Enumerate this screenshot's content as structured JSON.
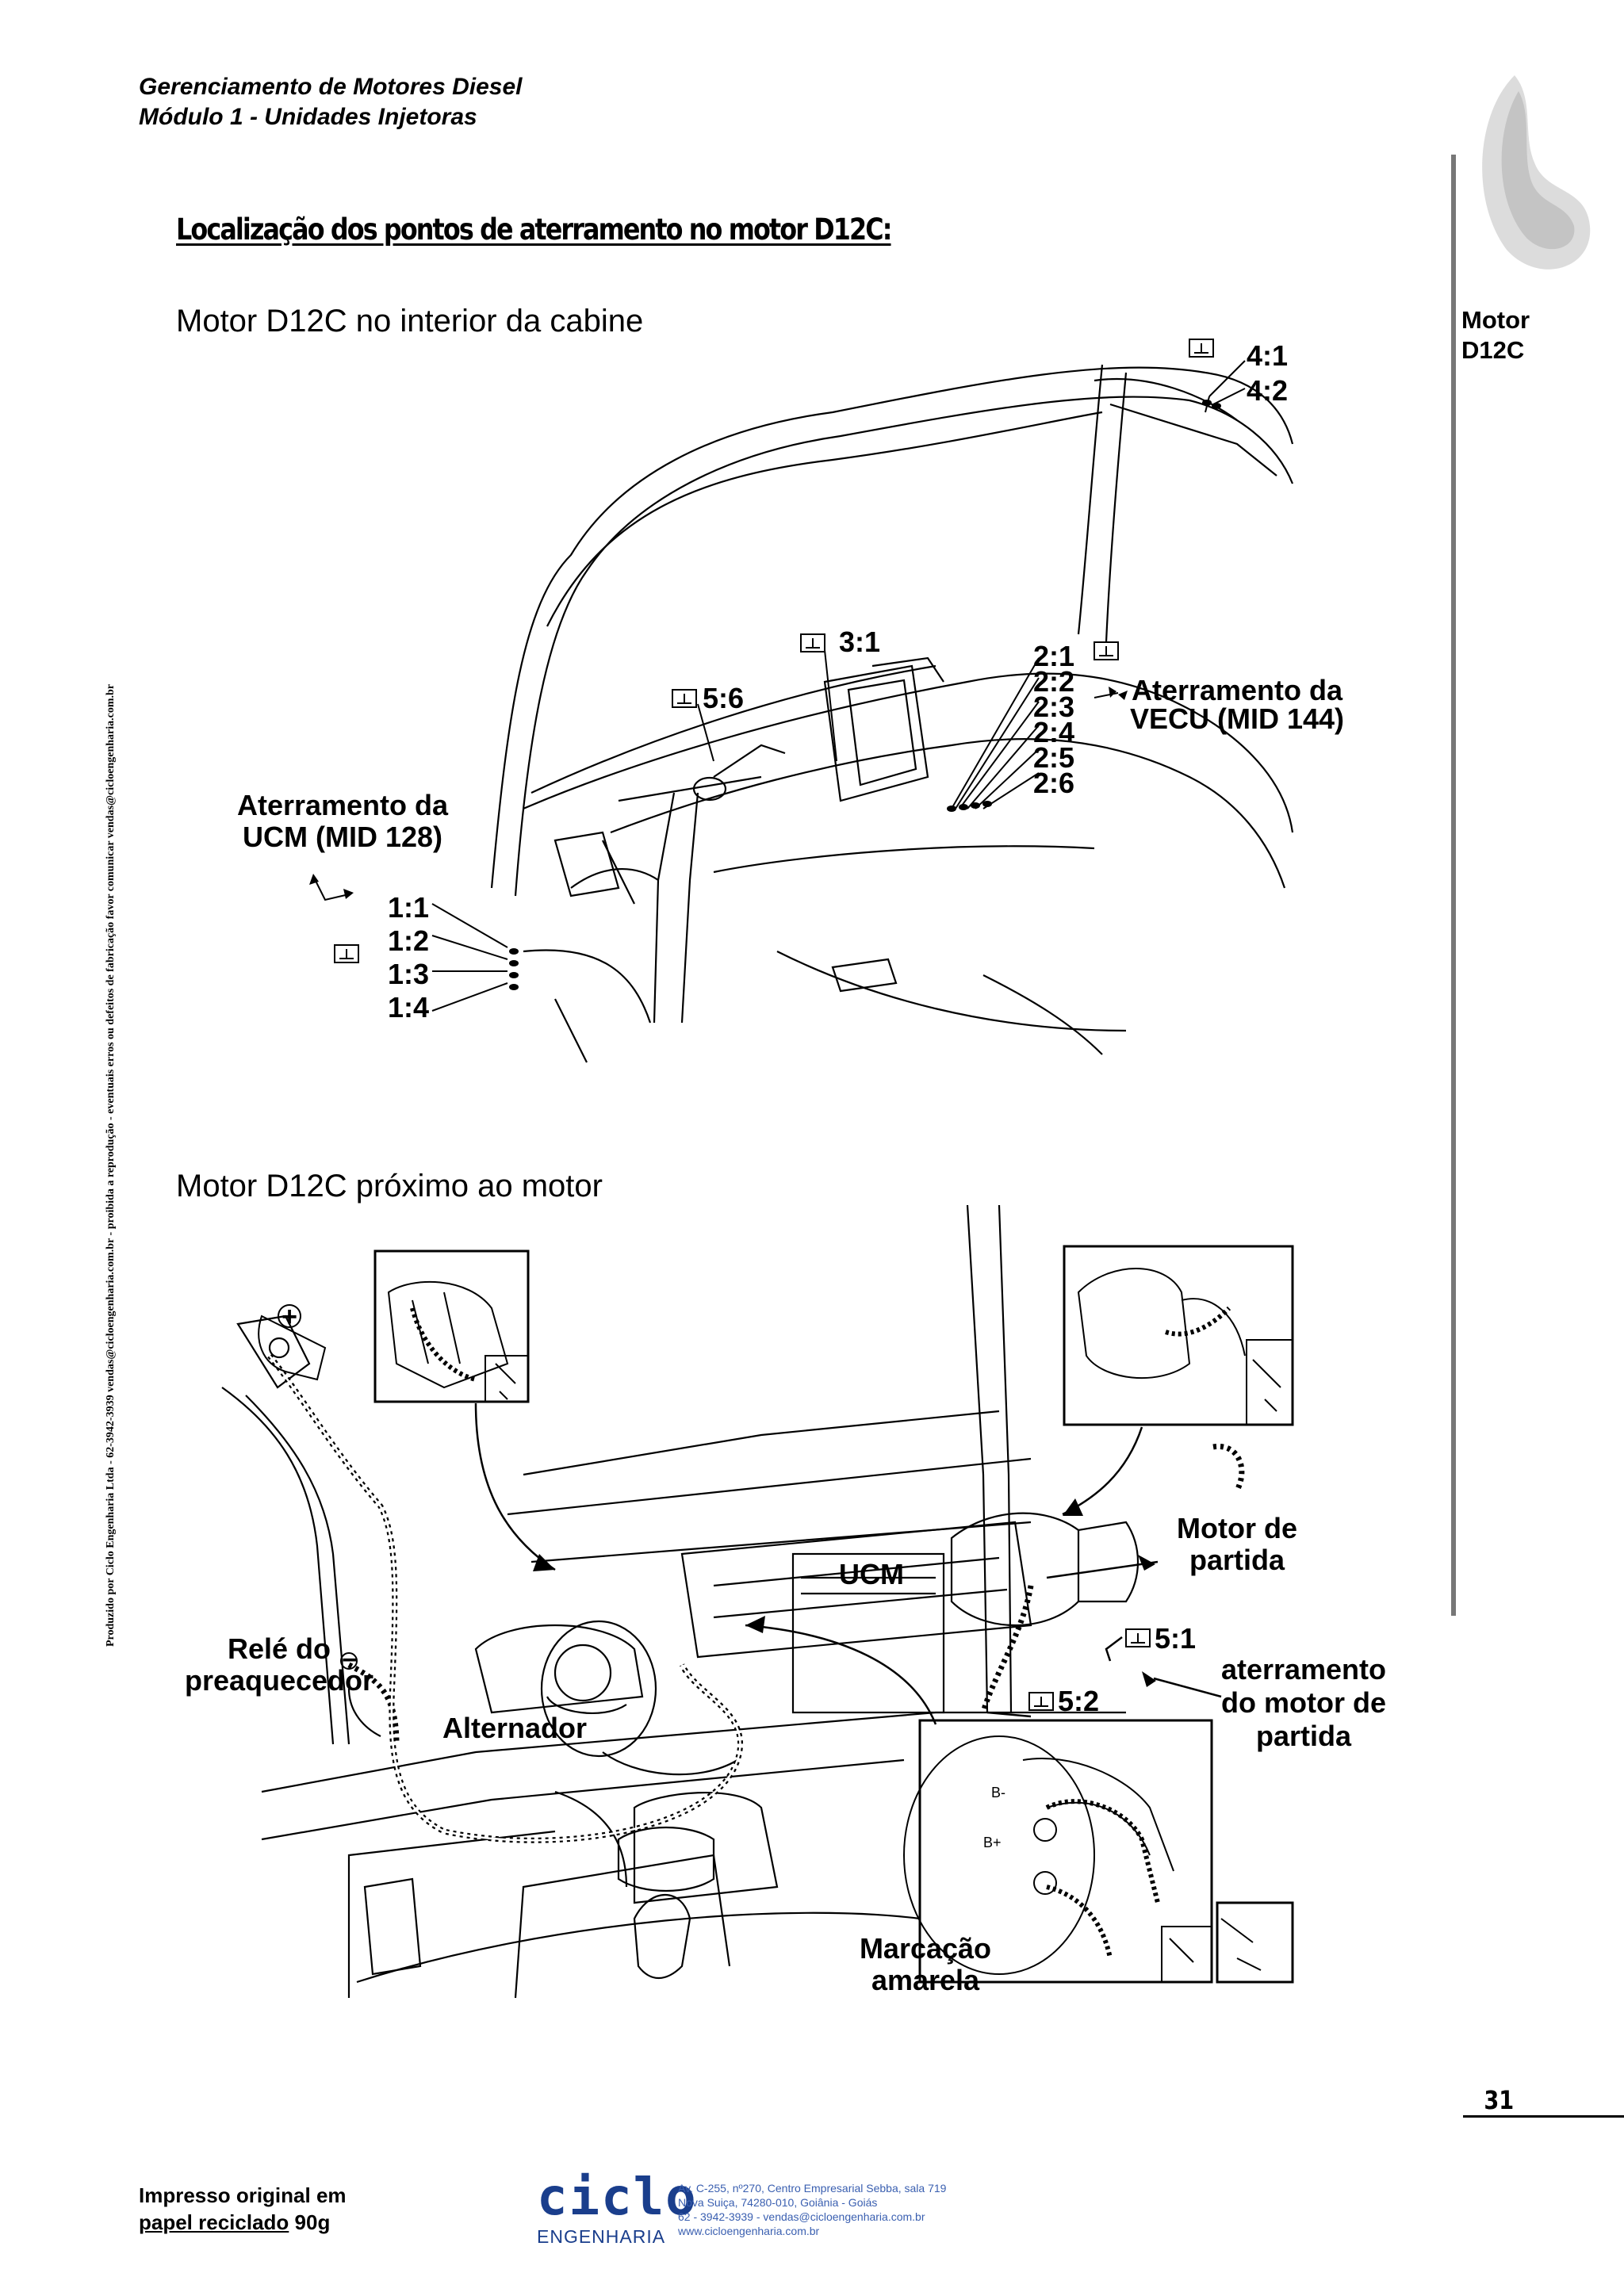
{
  "header": {
    "line1": "Gerenciamento de Motores Diesel",
    "line2": "Módulo 1 - Unidades Injetoras"
  },
  "sidebar": {
    "label_line1": "Motor",
    "label_line2": "D12C"
  },
  "title": "Localização dos pontos de aterramento no motor D12C:",
  "vertical_note": "Produzido por Ciclo Engenharia Ltda - 62-3942-3939 vendas@cicloengenharia.com.br - proibida a reprodução - eventuais erros ou defeitos de fabricação favor comunicar vendas@cicloengenharia.com.br",
  "figure1": {
    "subtitle": "Motor D12C no interior da cabine",
    "labels": {
      "g41": "4:1",
      "g42": "4:2",
      "g31": "3:1",
      "g56": "5:6",
      "g21": "2:1",
      "g22": "2:2",
      "g23": "2:3",
      "g24": "2:4",
      "g25": "2:5",
      "g26": "2:6",
      "vecu_line1": "Aterramento da",
      "vecu_line2": "VECU (MID 144)",
      "ucm_line1": "Aterramento da",
      "ucm_line2": "UCM (MID 128)",
      "g11": "1:1",
      "g12": "1:2",
      "g13": "1:3",
      "g14": "1:4"
    }
  },
  "figure2": {
    "subtitle": "Motor D12C próximo ao motor",
    "labels": {
      "plus": "+",
      "minus": "−",
      "ucm": "UCM",
      "motor_partida_line1": "Motor de",
      "motor_partida_line2": "partida",
      "g51": "5:1",
      "g52": "5:2",
      "aterr_line1": "aterramento",
      "aterr_line2": "do motor de",
      "aterr_line3": "partida",
      "rele_line1": "Relé do",
      "rele_line2": "preaquecedor",
      "alternador": "Alternador",
      "b_minus": "B-",
      "b_plus": "B+",
      "marcacao_line1": "Marcação",
      "marcacao_line2": "amarela"
    }
  },
  "page_number": "31",
  "footer": {
    "printed_line1": "Impresso original em",
    "printed_underlined": "papel reciclado",
    "printed_weight": " 90g",
    "logo_word": "ciclo",
    "logo_sub": "ENGENHARIA",
    "address": [
      "Av. C-255, nº270, Centro Empresarial Sebba, sala 719",
      "Nova Suiça, 74280-010, Goiânia - Goiás",
      "62 - 3942-3939 - vendas@cicloengenharia.com.br",
      "www.cicloengenharia.com.br"
    ]
  },
  "colors": {
    "logo_blue": "#1a3e8c",
    "address_blue": "#3a5fb0",
    "sidebar_bar": "#777777"
  }
}
